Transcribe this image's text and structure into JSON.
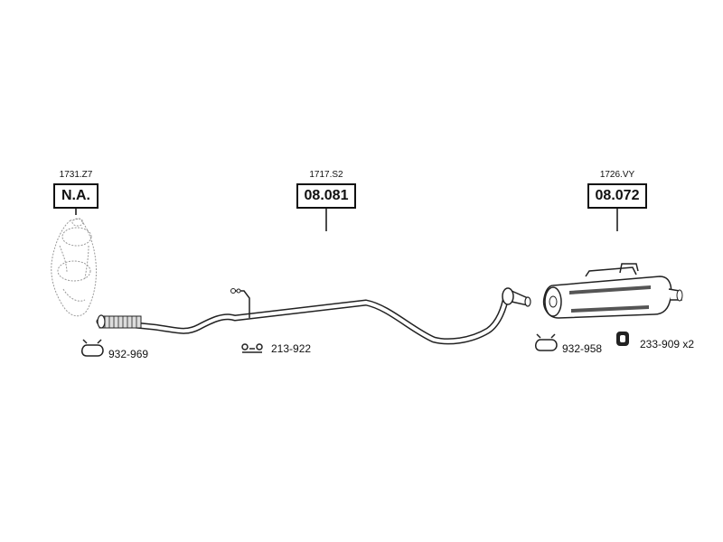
{
  "parts": [
    {
      "ref": "1731.Z7",
      "code": "N.A."
    },
    {
      "ref": "1717.S2",
      "code": "08.081"
    },
    {
      "ref": "1726.VY",
      "code": "08.072"
    }
  ],
  "accessories": [
    {
      "code": "932-969",
      "icon": "clamp-icon"
    },
    {
      "code": "213-922",
      "icon": "hanger-icon"
    },
    {
      "code": "932-958",
      "icon": "clamp-icon"
    },
    {
      "code": "233-909 x2",
      "icon": "rubber-mount-icon"
    }
  ]
}
